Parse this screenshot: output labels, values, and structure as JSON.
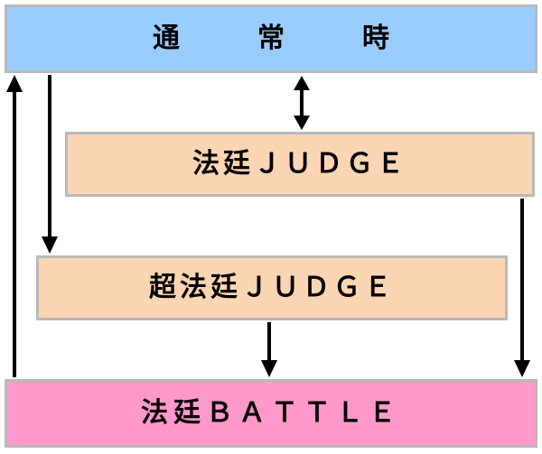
{
  "nodes": {
    "normal": {
      "label": "通　常　時",
      "fill": "#99ccff"
    },
    "court_judge": {
      "label": "法廷ＪＵＤＧＥ",
      "fill": "#fcd5b4"
    },
    "super_court_judge": {
      "label": "超法廷ＪＵＤＧＥ",
      "fill": "#fcd5b4"
    },
    "court_battle": {
      "label": "法廷ＢＡＴＴＬＥ",
      "fill": "#ff99cc"
    }
  },
  "edges": [
    {
      "from": "normal",
      "to": "court_judge",
      "bidirectional": true
    },
    {
      "from": "normal",
      "to": "super_court_judge"
    },
    {
      "from": "court_judge",
      "to": "court_battle"
    },
    {
      "from": "super_court_judge",
      "to": "court_battle"
    },
    {
      "from": "court_battle",
      "to": "normal"
    }
  ],
  "colors": {
    "border": "#b9b9b9",
    "arrow": "#000000"
  }
}
